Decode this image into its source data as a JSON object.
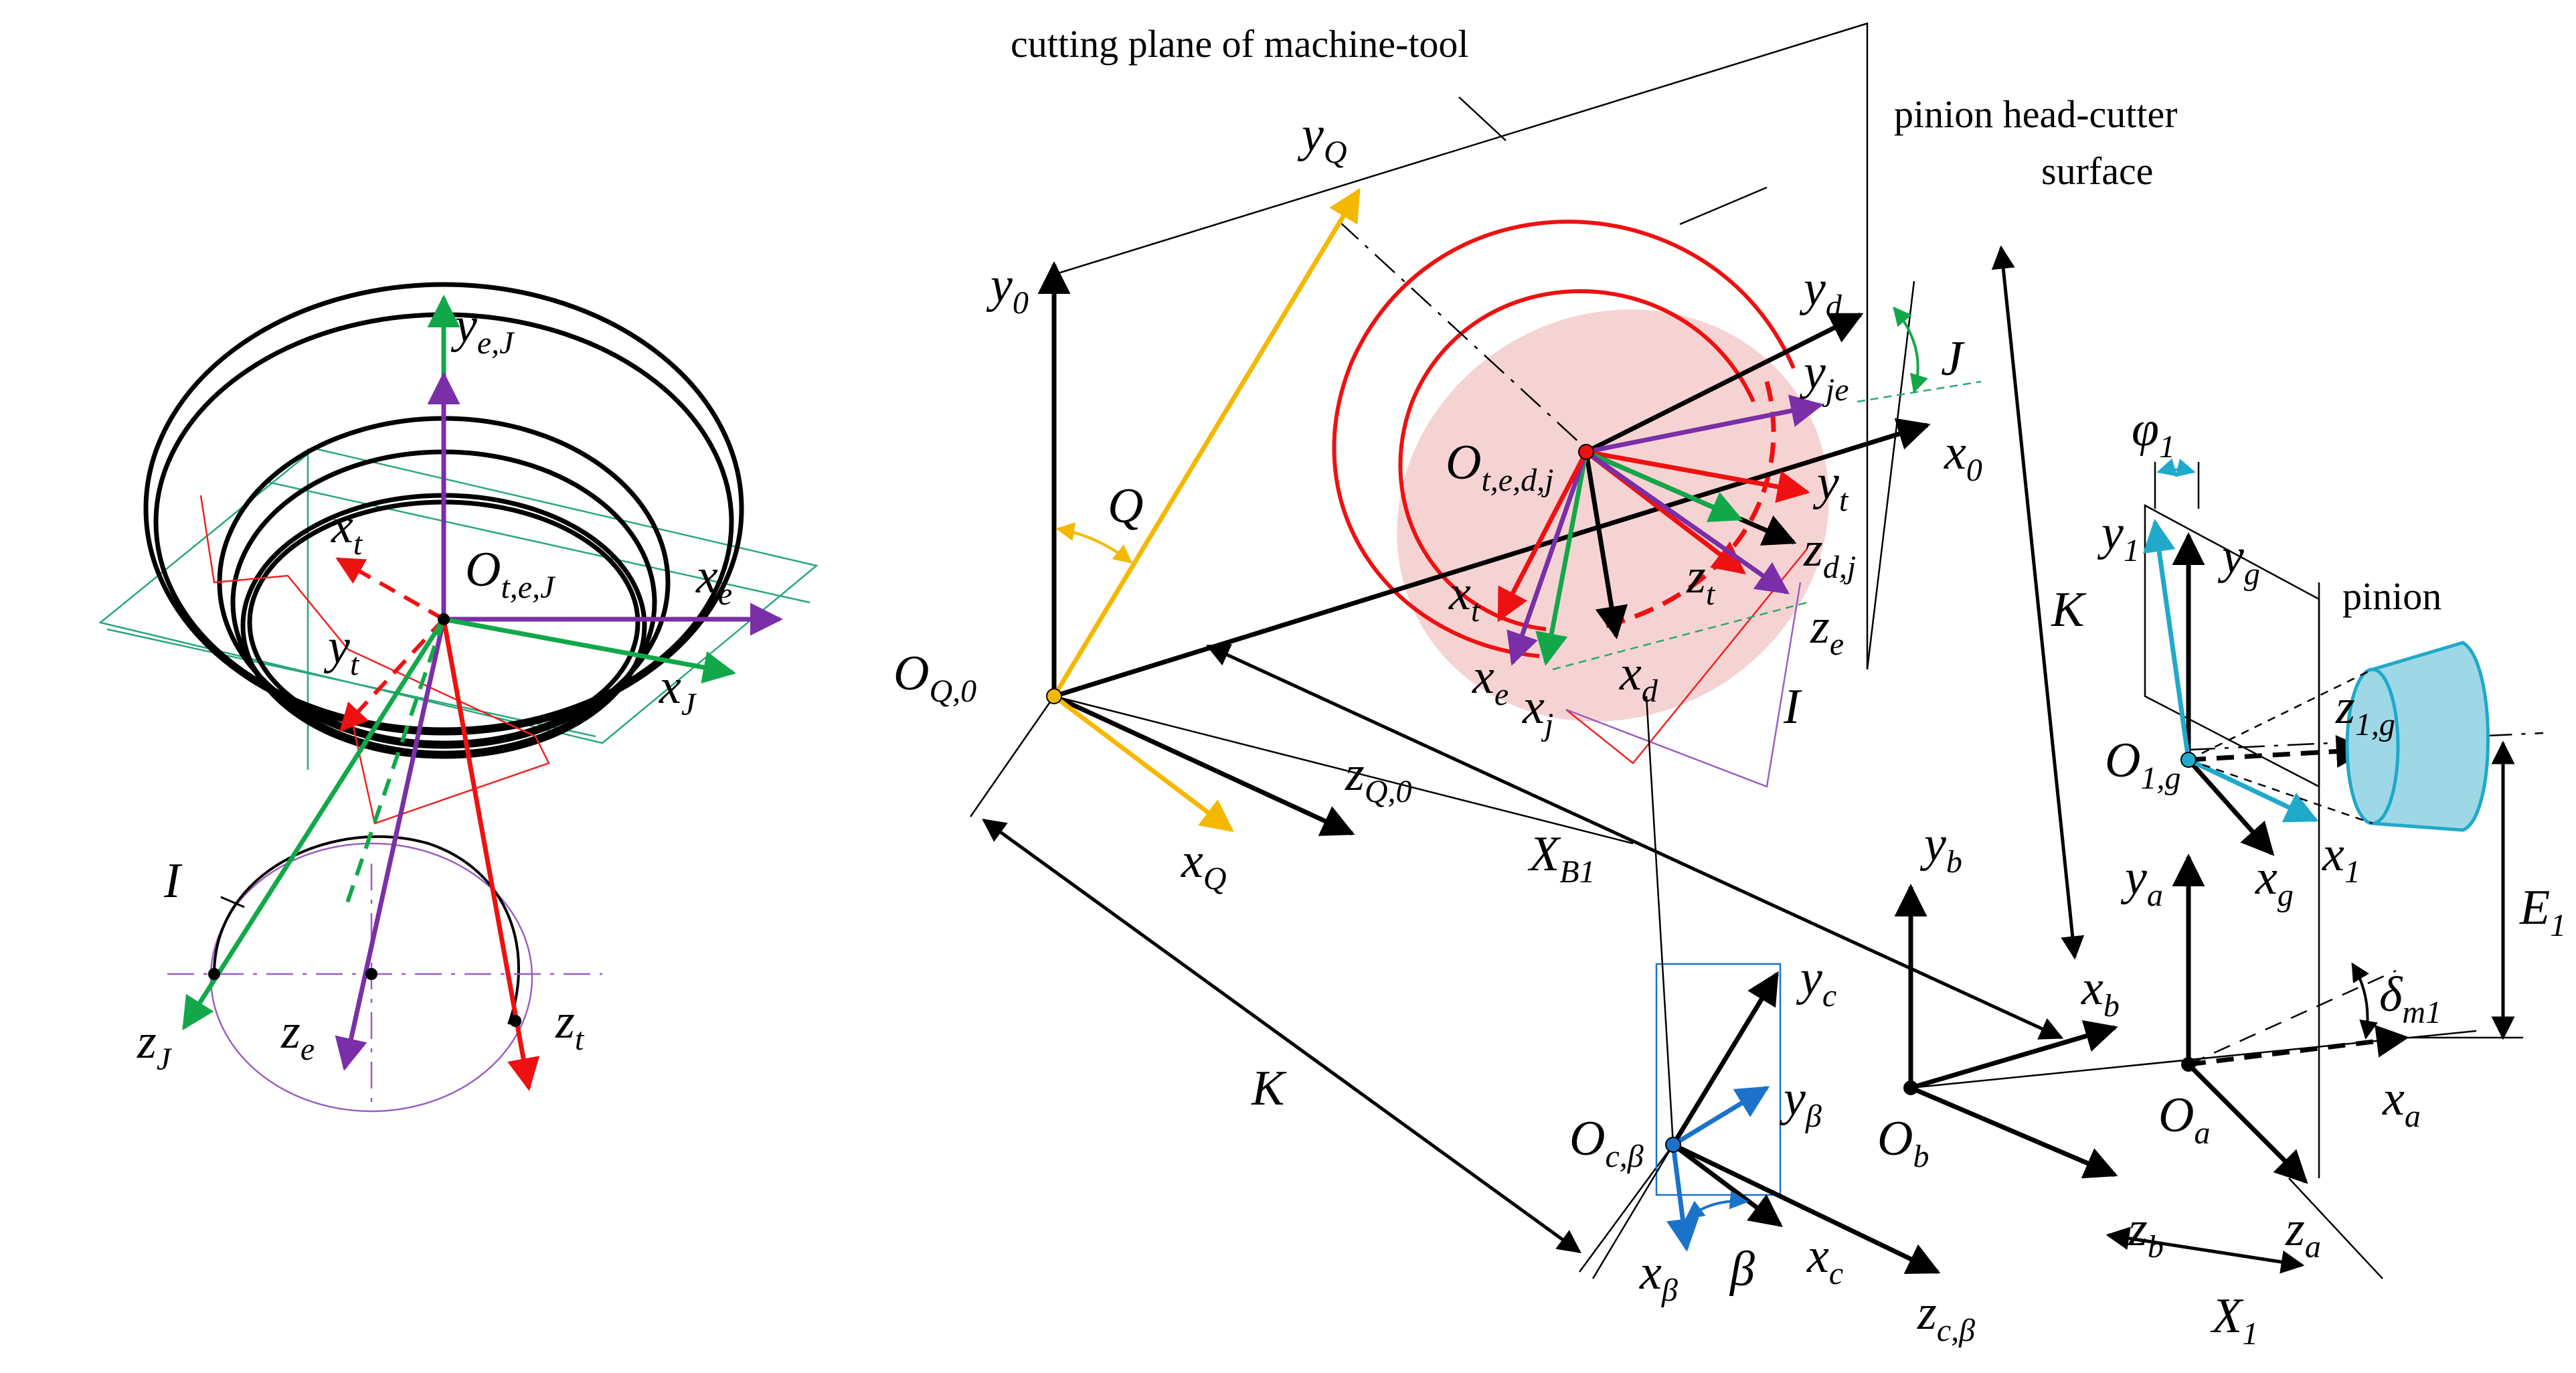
{
  "left_view": {
    "origin": {
      "main": "O",
      "sub": "t,e,J"
    },
    "axes": {
      "y_eJ": {
        "main": "y",
        "sub": "e,J"
      },
      "x_t": {
        "main": "x",
        "sub": "t"
      },
      "y_t": {
        "main": "y",
        "sub": "t"
      },
      "x_e": {
        "main": "x",
        "sub": "e"
      },
      "x_J": {
        "main": "x",
        "sub": "J"
      },
      "z_J": {
        "main": "z",
        "sub": "J"
      },
      "z_e": {
        "main": "z",
        "sub": "e"
      },
      "z_t": {
        "main": "z",
        "sub": "t"
      }
    },
    "angle_I": "I"
  },
  "right_view": {
    "captions": {
      "cutting_plane": "cutting plane of machine-tool",
      "head_cutter_line1": "pinion head-cutter",
      "head_cutter_line2": "surface",
      "pinion": "pinion"
    },
    "origins": {
      "O_Q0": {
        "main": "O",
        "sub": "Q,0"
      },
      "O_tedj": {
        "main": "O",
        "sub": "t,e,d,j"
      },
      "O_cbeta": {
        "main": "O",
        "sub": "c,β"
      },
      "O_b": {
        "main": "O",
        "sub": "b"
      },
      "O_a": {
        "main": "O",
        "sub": "a"
      },
      "O_1g": {
        "main": "O",
        "sub": "1,g"
      }
    },
    "axes": {
      "y_Q": {
        "main": "y",
        "sub": "Q"
      },
      "y_0": {
        "main": "y",
        "sub": "0"
      },
      "x_Q": {
        "main": "x",
        "sub": "Q"
      },
      "z_Q0": {
        "main": "z",
        "sub": "Q,0"
      },
      "x_0": {
        "main": "x",
        "sub": "0"
      },
      "y_d": {
        "main": "y",
        "sub": "d"
      },
      "y_je": {
        "main": "y",
        "sub": "je"
      },
      "y_t": {
        "main": "y",
        "sub": "t"
      },
      "z_t": {
        "main": "z",
        "sub": "t"
      },
      "z_dj": {
        "main": "z",
        "sub": "d,j"
      },
      "z_e": {
        "main": "z",
        "sub": "e"
      },
      "x_t": {
        "main": "x",
        "sub": "t"
      },
      "x_e": {
        "main": "x",
        "sub": "e"
      },
      "x_j": {
        "main": "x",
        "sub": "j"
      },
      "x_d": {
        "main": "x",
        "sub": "d"
      },
      "y_c": {
        "main": "y",
        "sub": "c"
      },
      "y_beta": {
        "main": "y",
        "sub": "β"
      },
      "x_beta": {
        "main": "x",
        "sub": "β"
      },
      "x_c": {
        "main": "x",
        "sub": "c"
      },
      "z_cbeta": {
        "main": "z",
        "sub": "c,β"
      },
      "y_b": {
        "main": "y",
        "sub": "b"
      },
      "x_b": {
        "main": "x",
        "sub": "b"
      },
      "z_b": {
        "main": "z",
        "sub": "b"
      },
      "y_a": {
        "main": "y",
        "sub": "a"
      },
      "x_a": {
        "main": "x",
        "sub": "a"
      },
      "z_a": {
        "main": "z",
        "sub": "a"
      },
      "y_1": {
        "main": "y",
        "sub": "1"
      },
      "y_g": {
        "main": "y",
        "sub": "g"
      },
      "z_1g": {
        "main": "z",
        "sub": "1,g"
      },
      "x_g": {
        "main": "x",
        "sub": "g"
      },
      "x_1": {
        "main": "x",
        "sub": "1"
      }
    },
    "params": {
      "Q": "Q",
      "J": "J",
      "I": "I",
      "K_top": "K",
      "K_bottom": "K",
      "beta": "β",
      "X_B1": {
        "main": "X",
        "sub": "B1"
      },
      "X_1": {
        "main": "X",
        "sub": "1"
      },
      "E_1": {
        "main": "E",
        "sub": "1"
      },
      "delta_m1": {
        "main": "δ",
        "sub": "m1"
      },
      "phi_1": {
        "main": "φ",
        "sub": "1"
      }
    }
  },
  "colors": {
    "black": "#000000",
    "red": "#ee1111",
    "green": "#12a84a",
    "purple": "#7a2fa8",
    "orange": "#f5b800",
    "blue": "#1a73c9",
    "cyan": "#20a9c9",
    "pink_fill": "#f6d3d3",
    "cyan_fill": "#9ed8e6",
    "teal_line": "#28a879",
    "thin_red": "#e22",
    "thin_purple": "#9a5fc0"
  }
}
